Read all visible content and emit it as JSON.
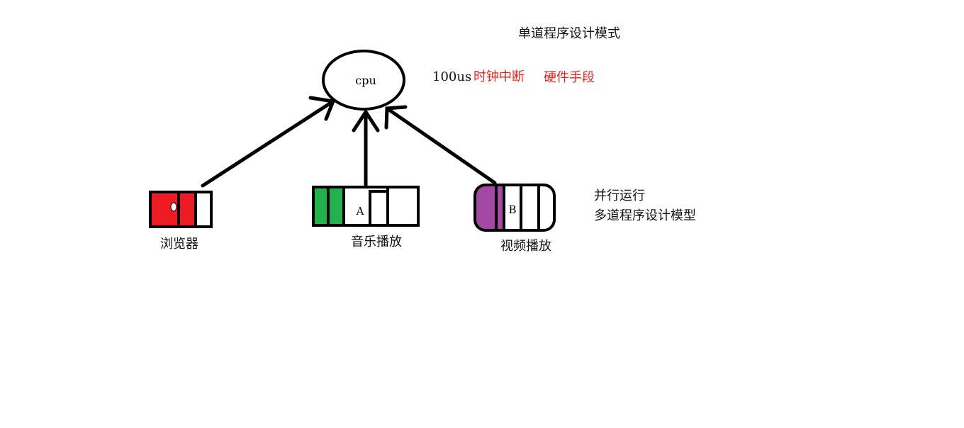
{
  "title": "单道程序设计模式",
  "cpu_label": "cpu",
  "timer": {
    "value": "100us",
    "label": "时钟中断",
    "means": "硬件手段"
  },
  "right_note": {
    "line1": "并行运行",
    "line2": "多道程序设计模型"
  },
  "processes": [
    {
      "name": "浏览器",
      "marker": "",
      "color": "#ed1c24"
    },
    {
      "name": "音乐播放",
      "marker": "A",
      "color": "#22b14c"
    },
    {
      "name": "视频播放",
      "marker": "B",
      "color": "#a349a4"
    }
  ]
}
